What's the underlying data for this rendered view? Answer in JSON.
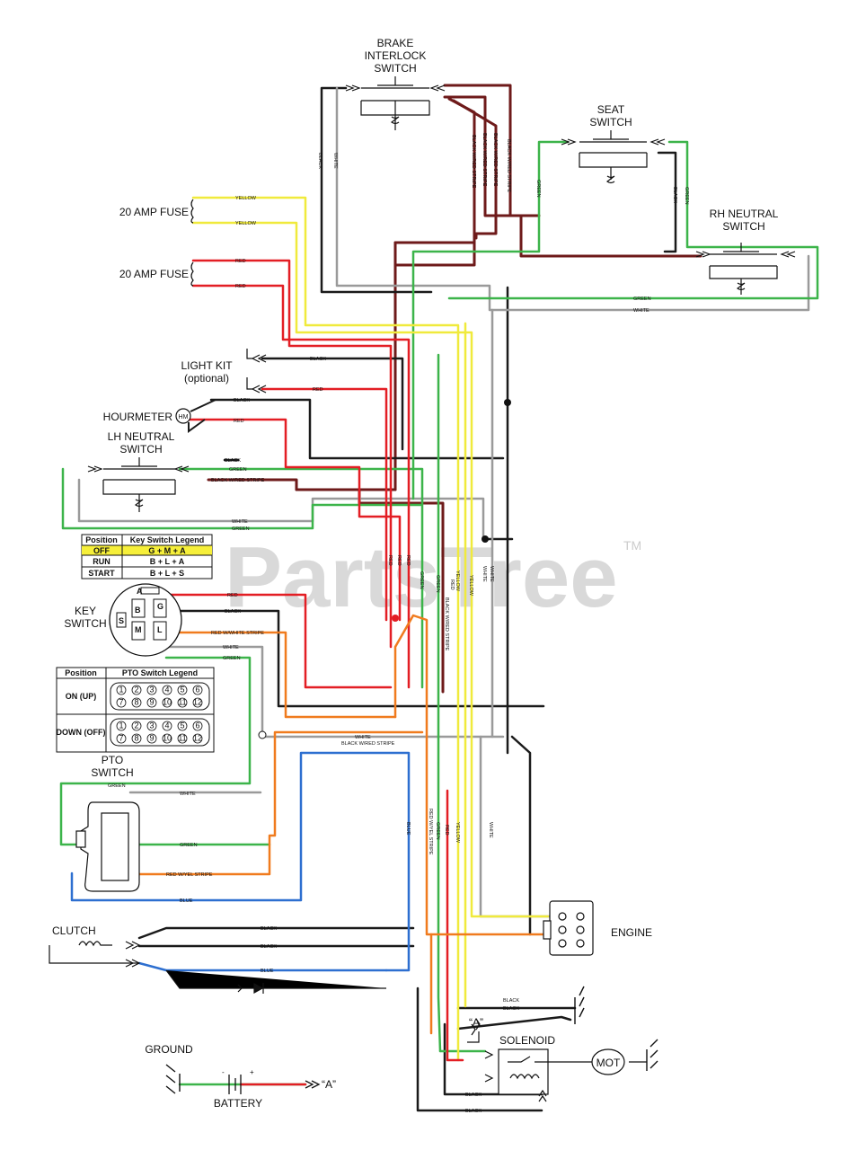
{
  "components": {
    "brake_interlock": "BRAKE\nINTERLOCK\nSWITCH",
    "seat_switch": "SEAT\nSWITCH",
    "rh_neutral": "RH NEUTRAL\nSWITCH",
    "fuse1": "20 AMP FUSE",
    "fuse2": "20 AMP FUSE",
    "light_kit": "LIGHT KIT\n(optional)",
    "hourmeter": "HOURMETER",
    "lh_neutral": "LH NEUTRAL\nSWITCH",
    "key_switch": "KEY\nSWITCH",
    "pto_switch": "PTO\nSWITCH",
    "clutch": "CLUTCH",
    "engine": "ENGINE",
    "solenoid": "SOLENOID",
    "motor": "MOT",
    "ground": "GROUND",
    "battery": "BATTERY",
    "point_a": "“A”"
  },
  "key_legend": {
    "header": [
      "Position",
      "Key Switch Legend"
    ],
    "rows": [
      [
        "OFF",
        "G + M + A"
      ],
      [
        "RUN",
        "B + L + A"
      ],
      [
        "START",
        "B + L + S"
      ]
    ],
    "highlight_color": "#f6ef3a"
  },
  "pto_legend": {
    "header": [
      "Position",
      "PTO Switch Legend"
    ],
    "rows": [
      "ON (UP)",
      "DOWN (OFF)"
    ],
    "pins": [
      "1",
      "2",
      "3",
      "4",
      "5",
      "6",
      "7",
      "8",
      "9",
      "10",
      "11",
      "12"
    ]
  },
  "key_terminals": [
    "A",
    "B",
    "G",
    "S",
    "M",
    "L"
  ],
  "wire_labels": {
    "yellow": "YELLOW",
    "red": "RED",
    "black": "BLACK",
    "white": "WHITE",
    "green": "GREEN",
    "blue": "BLUE",
    "bws": "BLACK W/RED STRIPE",
    "rws": "RED W/WHITE STRIPE",
    "rys": "RED W/YEL STRIPE"
  },
  "watermark": "PartsTree",
  "trademark": "TM",
  "colors": {
    "yellow": "#f0ea3c",
    "red": "#e31e24",
    "black": "#1a1a1a",
    "white_wire": "#9a9a9a",
    "green": "#3cb44a",
    "blue": "#2d6fd0",
    "maroon": "#6e1a1a",
    "orange": "#f07b1e"
  }
}
